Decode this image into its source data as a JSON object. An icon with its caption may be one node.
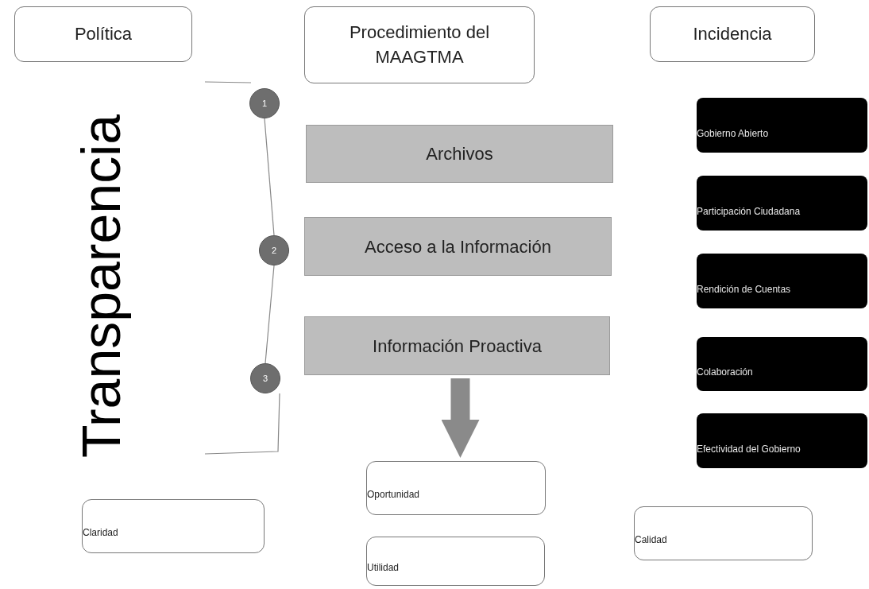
{
  "diagram": {
    "nodes": [
      {
        "text": [
          "Política"
        ]
      },
      {
        "text": [
          "Procedimiento del MAAGTMA"
        ]
      },
      {
        "text": [
          "Incidencia"
        ]
      },
      {
        "text": [
          "1"
        ]
      },
      {
        "text": [
          "2"
        ]
      },
      {
        "text": [
          "3"
        ]
      },
      {
        "text": [
          "Archivos"
        ]
      },
      {
        "text": [
          "Acceso a la Información"
        ]
      },
      {
        "text": [
          "Información Proactiva"
        ]
      },
      {
        "text": [
          "Gobierno Abierto"
        ]
      },
      {
        "text": [
          "Participación Ciudadana"
        ]
      },
      {
        "text": [
          "Rendición de Cuentas"
        ]
      },
      {
        "text": [
          "Colaboración"
        ]
      },
      {
        "text": [
          "Efectividad del Gobierno"
        ]
      },
      {
        "text": [
          "Oportunidad"
        ]
      },
      {
        "text": [
          "Utilidad"
        ]
      },
      {
        "text": [
          "Claridad"
        ]
      },
      {
        "text": [
          "Calidad"
        ]
      }
    ],
    "edges": [
      {
        "from": 3,
        "to": 4,
        "arrow": "none"
      },
      {
        "from": 4,
        "to": 5,
        "arrow": "none"
      },
      {
        "from": 8,
        "to": 14,
        "arrow": "to",
        "style": "thick"
      }
    ],
    "labels": [
      "Transparencia"
    ]
  }
}
